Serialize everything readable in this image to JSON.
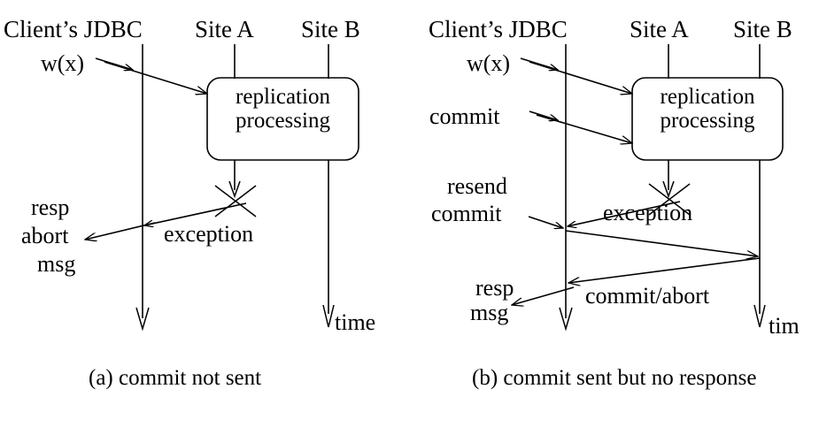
{
  "figure": {
    "title": "JDBC replication failure sequence diagrams",
    "stroke_color": "#000000",
    "background_color": "#ffffff"
  },
  "panels": [
    {
      "id": "a",
      "caption": "(a) commit not sent",
      "lifelines": [
        {
          "name": "client-jdbc",
          "label": "Client’s JDBC"
        },
        {
          "name": "site-a",
          "label": "Site A"
        },
        {
          "name": "site-b",
          "label": "Site B"
        }
      ],
      "process_box": {
        "line1": "replication",
        "line2": "processing"
      },
      "messages": [
        {
          "name": "write-request",
          "label": "w(x)"
        },
        {
          "name": "exception-message",
          "label": "exception"
        },
        {
          "name": "response-abort",
          "label": [
            "resp",
            "abort",
            "msg"
          ]
        }
      ],
      "axis_label": "time"
    },
    {
      "id": "b",
      "caption": "(b) commit sent but no response",
      "lifelines": [
        {
          "name": "client-jdbc",
          "label": "Client’s JDBC"
        },
        {
          "name": "site-a",
          "label": "Site A"
        },
        {
          "name": "site-b",
          "label": "Site B"
        }
      ],
      "process_box": {
        "line1": "replication",
        "line2": "processing"
      },
      "messages": [
        {
          "name": "write-request",
          "label": "w(x)"
        },
        {
          "name": "commit-request",
          "label": "commit"
        },
        {
          "name": "exception-message",
          "label": "exception"
        },
        {
          "name": "resend-commit",
          "label": [
            "resend",
            "commit"
          ]
        },
        {
          "name": "commit-abort-reply",
          "label": "commit/abort"
        },
        {
          "name": "response-msg",
          "label": [
            "resp",
            "msg"
          ]
        }
      ],
      "axis_label": "tim"
    }
  ]
}
